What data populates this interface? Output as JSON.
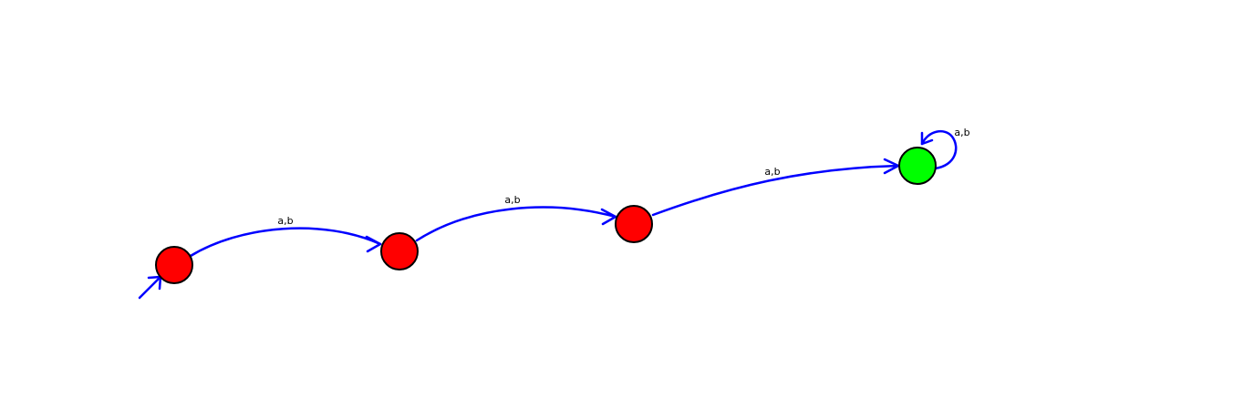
{
  "diagram": {
    "type": "finite-automaton",
    "colors": {
      "edge": "#0000ff",
      "state_default": "#ff0000",
      "state_accept": "#00ff00",
      "state_stroke": "#000000"
    },
    "states": [
      {
        "id": "q0",
        "initial": true,
        "accepting": false
      },
      {
        "id": "q1",
        "initial": false,
        "accepting": false
      },
      {
        "id": "q2",
        "initial": false,
        "accepting": false
      },
      {
        "id": "q3",
        "initial": false,
        "accepting": true
      }
    ],
    "transitions": [
      {
        "from": "q0",
        "to": "q1",
        "label": "a,b"
      },
      {
        "from": "q1",
        "to": "q2",
        "label": "a,b"
      },
      {
        "from": "q2",
        "to": "q3",
        "label": "a,b"
      },
      {
        "from": "q3",
        "to": "q3",
        "label": "a,b"
      }
    ]
  }
}
